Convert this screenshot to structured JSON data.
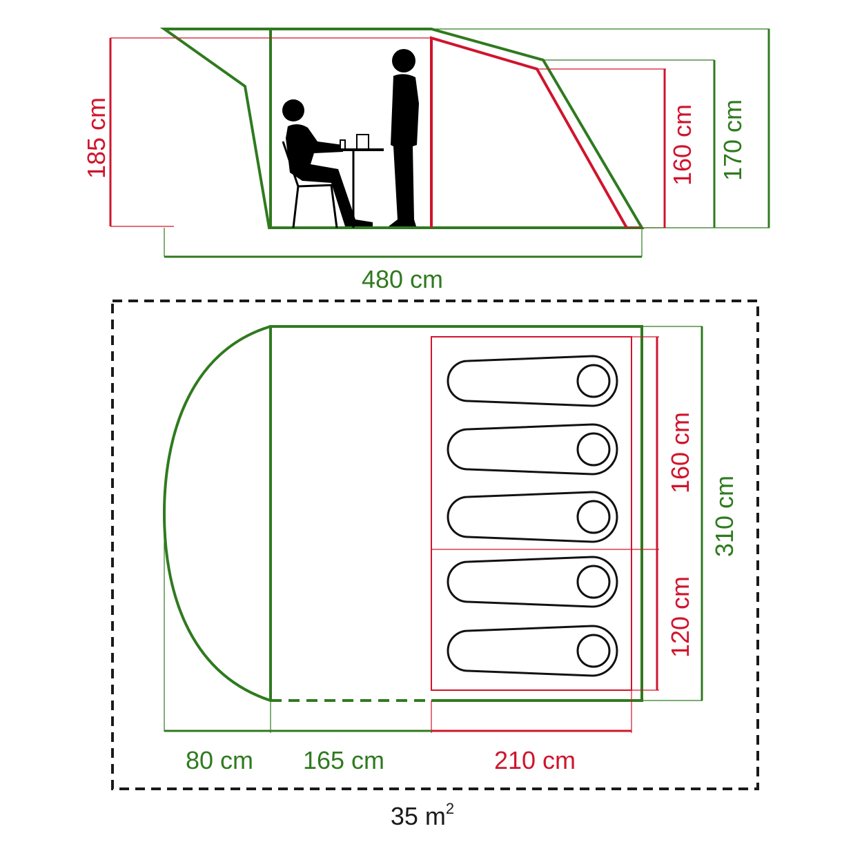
{
  "side_view": {
    "height_total_label": "185 cm",
    "height_bedroom_label": "160 cm",
    "height_outer_label": "170 cm",
    "length_label": "480 cm"
  },
  "floor_plan": {
    "bedroom_depth_label": "160 cm",
    "bedroom_depth_2_label": "120 cm",
    "width_label": "310 cm",
    "porch_label": "80 cm",
    "living_label": "165 cm",
    "bedroom_label": "210 cm",
    "sleeping_bags": 5
  },
  "footprint": {
    "area_value": "35 m",
    "area_unit_sup": "2"
  },
  "colors": {
    "outer_tent": "#2f7a1f",
    "inner_tent": "#d0142c",
    "footprint": "#1a1a1a"
  }
}
